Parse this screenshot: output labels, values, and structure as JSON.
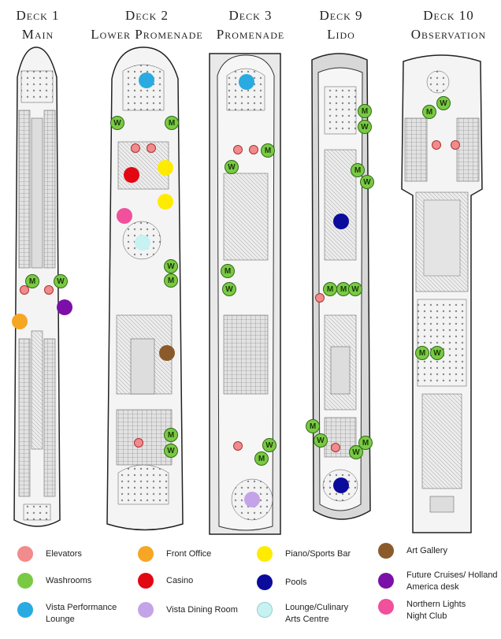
{
  "decks": [
    {
      "number": "Deck 1",
      "name": "Main"
    },
    {
      "number": "Deck 2",
      "name": "Lower Promenade"
    },
    {
      "number": "Deck 3",
      "name": "Promenade"
    },
    {
      "number": "Deck 9",
      "name": "Lido"
    },
    {
      "number": "Deck 10",
      "name": "Observation"
    }
  ],
  "washroom_marker": {
    "men": "M",
    "women": "W"
  },
  "legend": [
    {
      "label": "Elevators",
      "color": "#f28b8b"
    },
    {
      "label": "Front Office",
      "color": "#f5a623"
    },
    {
      "label": "Piano/Sports Bar",
      "color": "#ffeb00"
    },
    {
      "label": "Art Gallery",
      "color": "#8b5a2b"
    },
    {
      "label": "Washrooms",
      "color": "#7ac943"
    },
    {
      "label": "Casino",
      "color": "#e30613"
    },
    {
      "label": "Pools",
      "color": "#0b0b9c"
    },
    {
      "label": "Future Cruises/ Holland America desk",
      "color": "#7b0fa8"
    },
    {
      "label": "Vista Performance Lounge",
      "color": "#29abe2"
    },
    {
      "label": "Vista Dining Room",
      "color": "#c5a3e8"
    },
    {
      "label": "Lounge/Culinary Arts Centre",
      "color": "#c6f2f2"
    },
    {
      "label": "Northern Lights Night Club",
      "color": "#f0509c"
    }
  ]
}
